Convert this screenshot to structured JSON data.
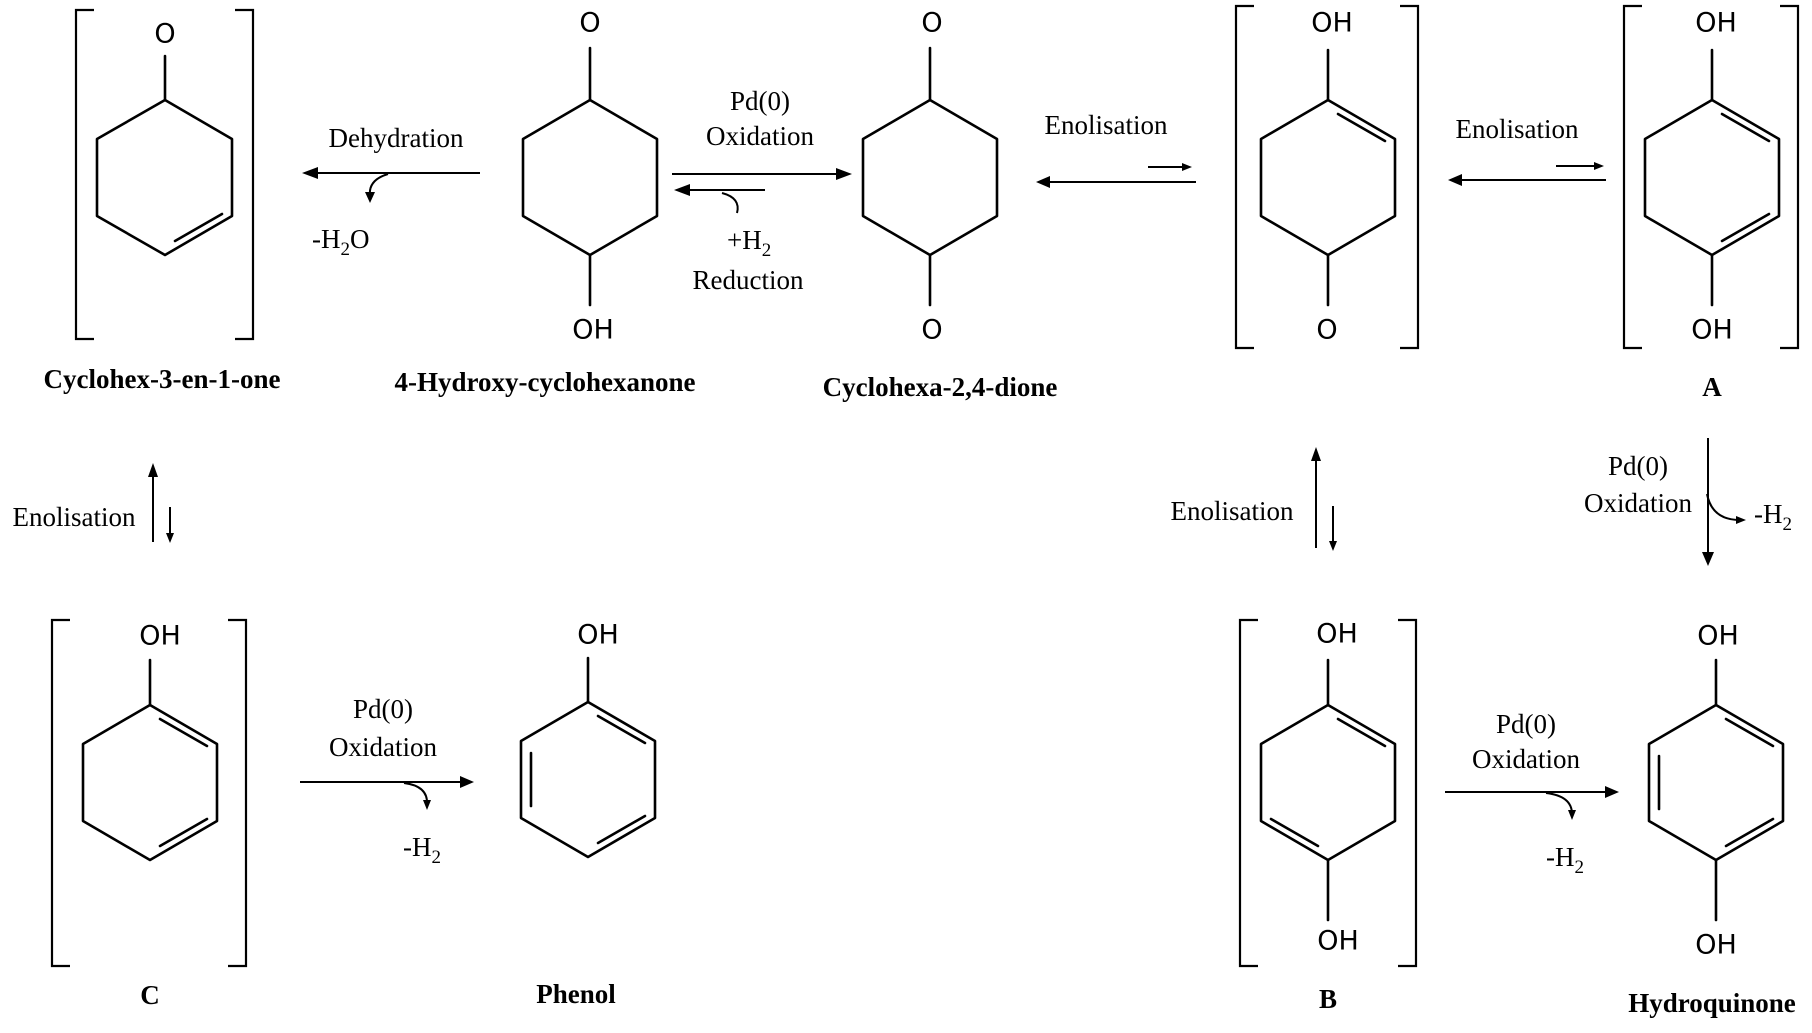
{
  "atoms": {
    "carbonyl_o": "O",
    "hydroxyl": "OH"
  },
  "compounds": {
    "cyclohexenone": "Cyclohex-3-en-1-one",
    "hydroxy_cyclohexanone": "4-Hydroxy-cyclohexanone",
    "cyclohexadione": "Cyclohexa-2,4-dione",
    "A": "A",
    "B": "B",
    "C": "C",
    "phenol": "Phenol",
    "hydroquinone": "Hydroquinone"
  },
  "conditions": {
    "dehydration": {
      "label": "Dehydration",
      "byproduct": "-H",
      "byproduct_sub": "2",
      "byproduct_tail": "O"
    },
    "oxidation_reduction": {
      "catalyst": "Pd(0)",
      "forward": "Oxidation",
      "reagent": "+H",
      "reagent_sub": "2",
      "reverse": "Reduction"
    },
    "enolisation": "Enolisation",
    "oxidation": {
      "catalyst": "Pd(0)",
      "label": "Oxidation",
      "byproduct": "-H",
      "byproduct_sub": "2"
    }
  }
}
